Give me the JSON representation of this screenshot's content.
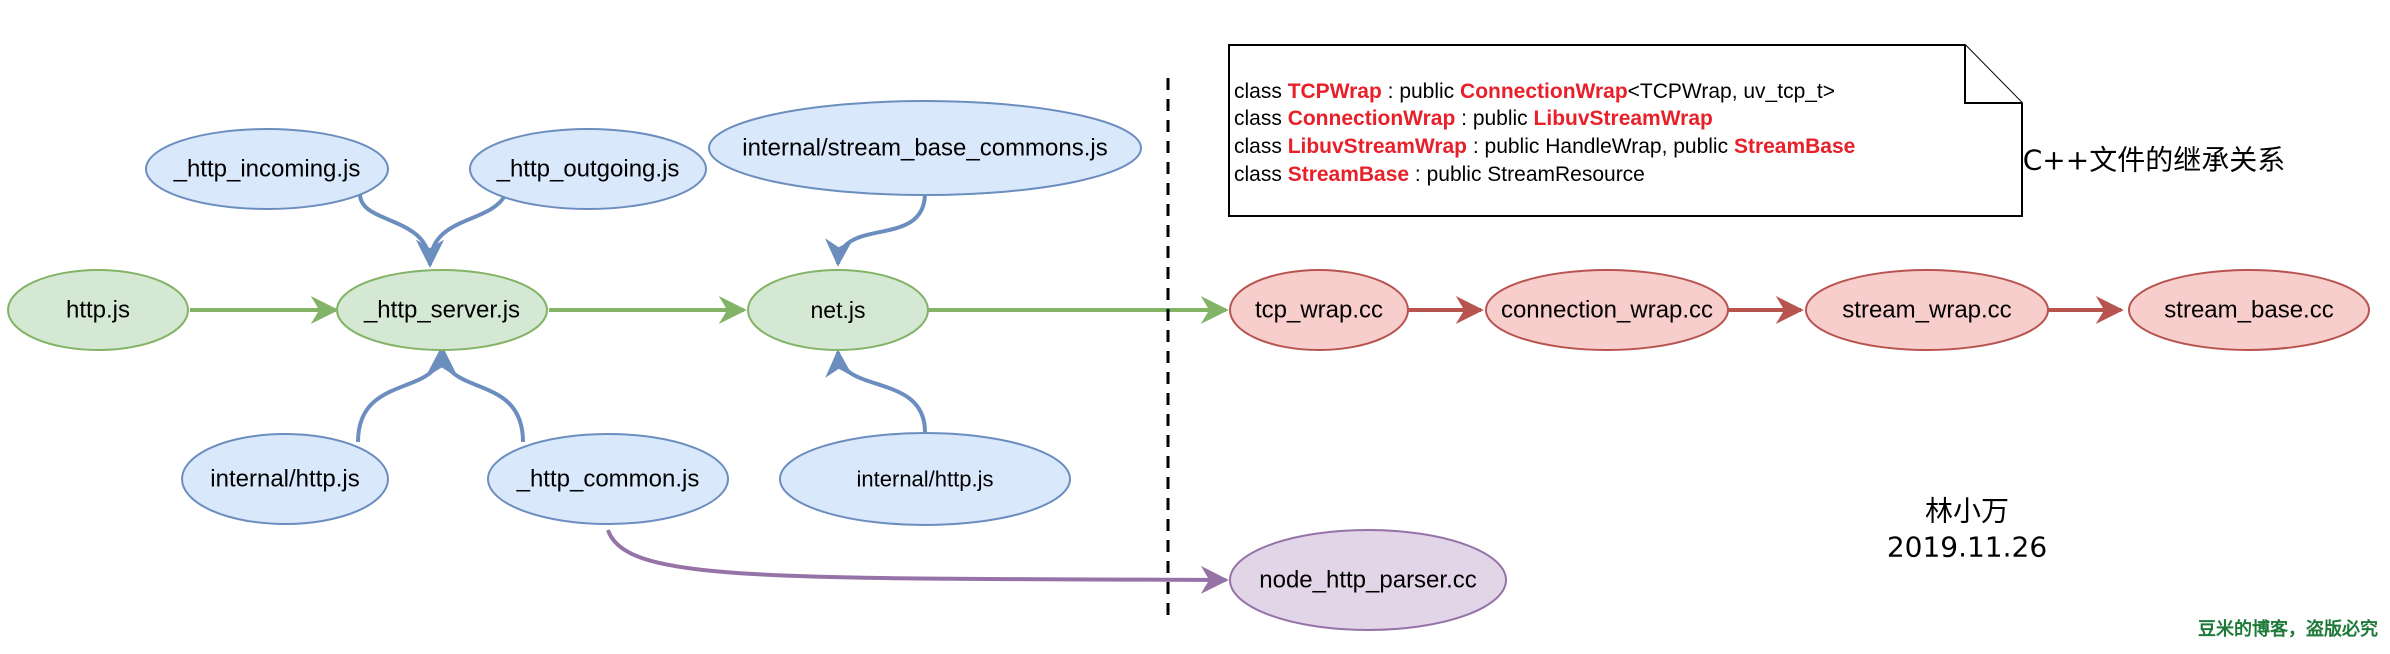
{
  "nodes": {
    "http_js": "http.js",
    "http_server": "_http_server.js",
    "http_incoming": "_http_incoming.js",
    "http_outgoing": "_http_outgoing.js",
    "internal_http_left": "internal/http.js",
    "http_common": "_http_common.js",
    "net_js": "net.js",
    "stream_base_commons": "internal/stream_base_commons.js",
    "internal_http_right": "internal/http.js",
    "tcp_wrap": "tcp_wrap.cc",
    "connection_wrap": "connection_wrap.cc",
    "stream_wrap": "stream_wrap.cc",
    "stream_base": "stream_base.cc",
    "node_http_parser": "node_http_parser.cc"
  },
  "note": {
    "line1": {
      "p1": "class ",
      "h1": "TCPWrap",
      "p2": " : public ",
      "h2": "ConnectionWrap",
      "p3": "<TCPWrap, uv_tcp_t>"
    },
    "line2": {
      "p1": "class ",
      "h1": "ConnectionWrap",
      "p2": " : public ",
      "h2": "LibuvStreamWrap"
    },
    "line3": {
      "p1": "class ",
      "h1": "LibuvStreamWrap",
      "p2": " : public HandleWrap, public ",
      "h2": "StreamBase"
    },
    "line4": {
      "p1": "class ",
      "h1": "StreamBase",
      "p2": " : public StreamResource"
    }
  },
  "side_title": "C++文件的继承关系",
  "author": "林小万",
  "date": "2019.11.26",
  "footer": "豆米的博客，盗版必究",
  "colors": {
    "green_fill": "#d5e8d4",
    "green_stroke": "#82b366",
    "blue_fill": "#dae8fc",
    "blue_stroke": "#6c8ebf",
    "red_fill": "#f8cecc",
    "red_stroke": "#b85450",
    "purple_fill": "#e1d5e7",
    "purple_stroke": "#9673a6"
  }
}
